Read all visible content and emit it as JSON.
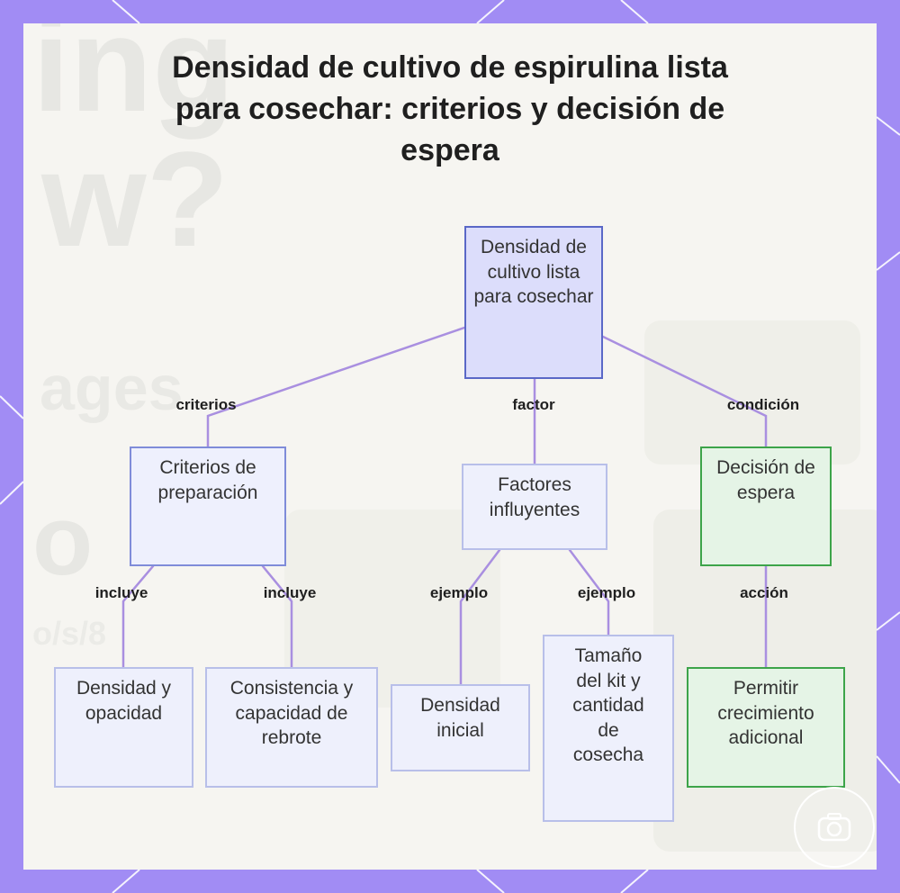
{
  "title": "Densidad de cultivo de espirulina lista para cosechar: criterios y decisión de espera",
  "background_ghost": {
    "line1": "ing",
    "line2": "w?",
    "line3": "ages",
    "line4": "o",
    "line5": "o/s/8"
  },
  "nodes": {
    "root": "Densidad de cultivo lista para cosechar",
    "criterios": "Criterios de preparación",
    "factores": "Factores influyentes",
    "decision": "Decisión de espera",
    "densidad_opacidad": "Densidad y opacidad",
    "consistencia": "Consistencia y capacidad de rebrote",
    "densidad_inicial": "Densidad inicial",
    "tamano_kit": "Tamaño del kit y cantidad de cosecha",
    "permitir": "Permitir crecimiento adicional"
  },
  "edges": {
    "criterios": "criterios",
    "factor": "factor",
    "condicion": "condición",
    "incluye_1": "incluye",
    "incluye_2": "incluye",
    "ejemplo_1": "ejemplo",
    "ejemplo_2": "ejemplo",
    "accion": "acción"
  },
  "colors": {
    "frame": "#a18cf4",
    "link": "#a98fe0",
    "root_fill": "#dcddfb",
    "green_border": "#3da44a"
  }
}
